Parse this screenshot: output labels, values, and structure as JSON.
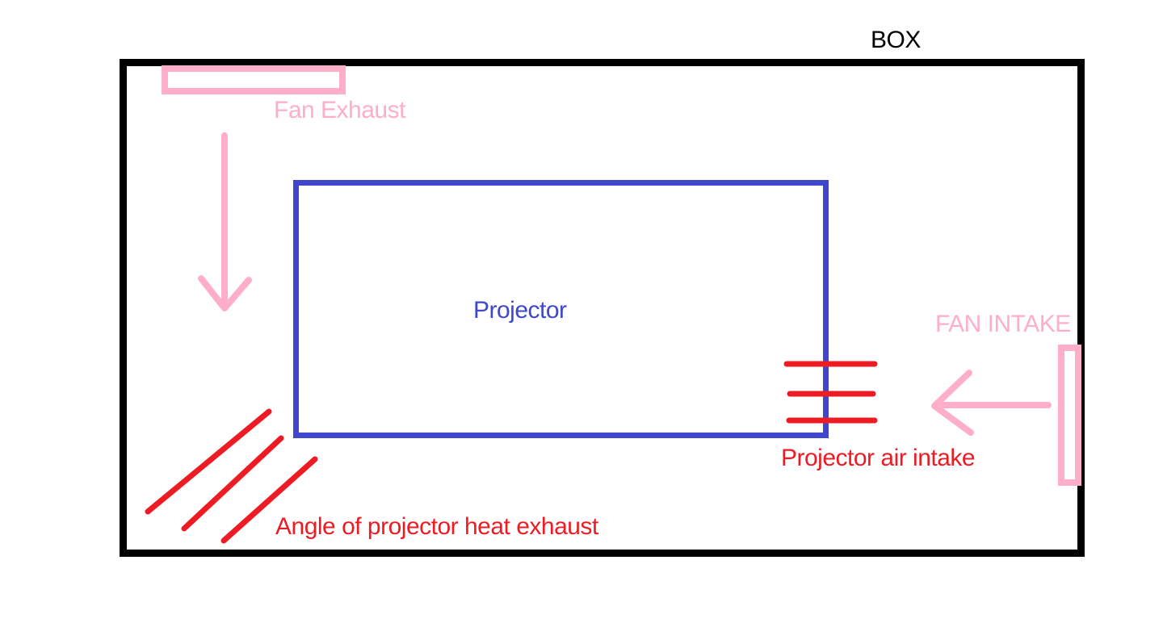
{
  "diagram": {
    "box_label": "BOX",
    "fan_exhaust_label": "Fan Exhaust",
    "projector_label": "Projector",
    "fan_intake_label": "FAN INTAKE",
    "projector_air_intake_label": "Projector air intake",
    "heat_exhaust_label": "Angle of projector heat exhaust",
    "colors": {
      "background": "#ffffff",
      "box_border": "#000000",
      "pink": "#ffaec9",
      "blue": "#3f48cc",
      "red": "#ed1c24"
    }
  }
}
